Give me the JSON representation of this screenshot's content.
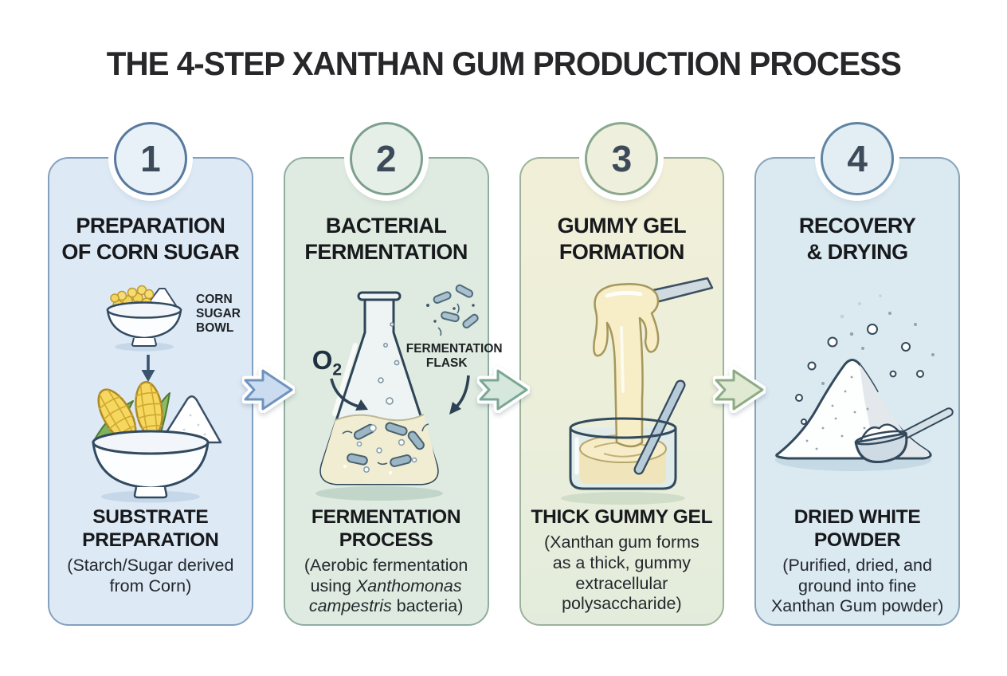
{
  "title": "THE 4-STEP XANTHAN GUM PRODUCTION PROCESS",
  "steps": [
    {
      "number": "1",
      "heading_lines": [
        "PREPARATION",
        "OF CORN SUGAR"
      ],
      "icon_label_lines": [
        "CORN",
        "SUGAR",
        "BOWL"
      ],
      "caption_title_lines": [
        "SUBSTRATE",
        "PREPARATION"
      ],
      "caption_detail_lines": [
        "(Starch/Sugar derived",
        "from Corn)"
      ]
    },
    {
      "number": "2",
      "heading_lines": [
        "BACTERIAL",
        "FERMENTATION"
      ],
      "o2_symbol": "O",
      "o2_subscript": "2",
      "flask_label_lines": [
        "FERMENTATION",
        "FLASK"
      ],
      "caption_title_lines": [
        "FERMENTATION",
        "PROCESS"
      ],
      "caption_detail_l1": "(Aerobic fermentation",
      "caption_detail_l2_pre": "using ",
      "caption_detail_l2_italic": "Xanthomonas",
      "caption_detail_l3_italic": "campestris",
      "caption_detail_l3_post": " bacteria)"
    },
    {
      "number": "3",
      "heading_lines": [
        "GUMMY GEL",
        "FORMATION"
      ],
      "caption_title_lines": [
        "THICK GUMMY GEL"
      ],
      "caption_detail_lines": [
        "(Xanthan gum forms",
        "as a thick, gummy",
        "extracellular",
        "polysaccharide)"
      ]
    },
    {
      "number": "4",
      "heading_lines": [
        "RECOVERY",
        "& DRYING"
      ],
      "caption_title_lines": [
        "DRIED WHITE",
        "POWDER"
      ],
      "caption_detail_lines": [
        "(Purified, dried, and",
        "ground into fine",
        "Xanthan Gum powder)"
      ]
    }
  ],
  "palette": {
    "title_color": "#27272a",
    "text_color": "#17191c",
    "step1": {
      "card_bg": "#dde9f5",
      "card_border": "#84a0bf",
      "badge_bg": "#e9f1f8",
      "badge_border": "#58799e",
      "arrow_fill": "#ccdcf0",
      "arrow_stroke": "#6f93bd"
    },
    "step2": {
      "card_bg": "#dfebe0",
      "card_border": "#8fae9f",
      "badge_bg": "#e6efe7",
      "badge_border": "#7ca08f",
      "arrow_fill": "#d6e8de",
      "arrow_stroke": "#7ba795"
    },
    "step3": {
      "card_bg_top": "#f2efd8",
      "card_bg_bottom": "#e3ecdc",
      "card_border": "#9cb29b",
      "badge_bg": "#eef0dd",
      "badge_border": "#8aa88e",
      "arrow_fill": "#e0ead2",
      "arrow_stroke": "#8dab85"
    },
    "step4": {
      "card_bg": "#dbe9f1",
      "card_border": "#87a4ba",
      "badge_bg": "#e3eef4",
      "badge_border": "#5f84a2"
    }
  }
}
